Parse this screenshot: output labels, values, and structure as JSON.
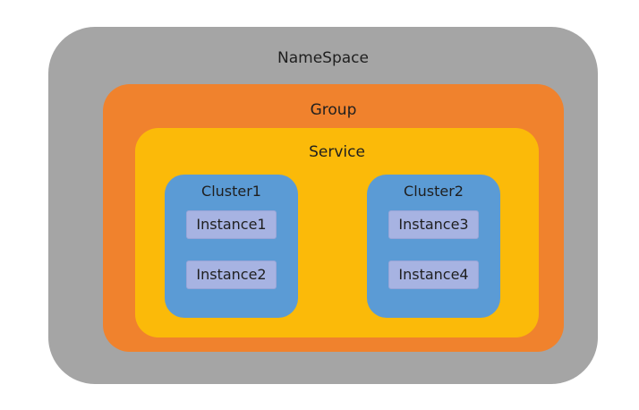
{
  "diagram": {
    "namespace": {
      "label": "NameSpace",
      "color": "#a5a5a5",
      "group": {
        "label": "Group",
        "color": "#f0822d",
        "service": {
          "label": "Service",
          "color": "#fbba09",
          "clusters": [
            {
              "label": "Cluster1",
              "color": "#5b9bd5",
              "instances": [
                {
                  "label": "Instance1"
                },
                {
                  "label": "Instance2"
                }
              ]
            },
            {
              "label": "Cluster2",
              "color": "#5b9bd5",
              "instances": [
                {
                  "label": "Instance3"
                },
                {
                  "label": "Instance4"
                }
              ]
            }
          ]
        }
      }
    },
    "instance_color": "#a7b3e2"
  }
}
